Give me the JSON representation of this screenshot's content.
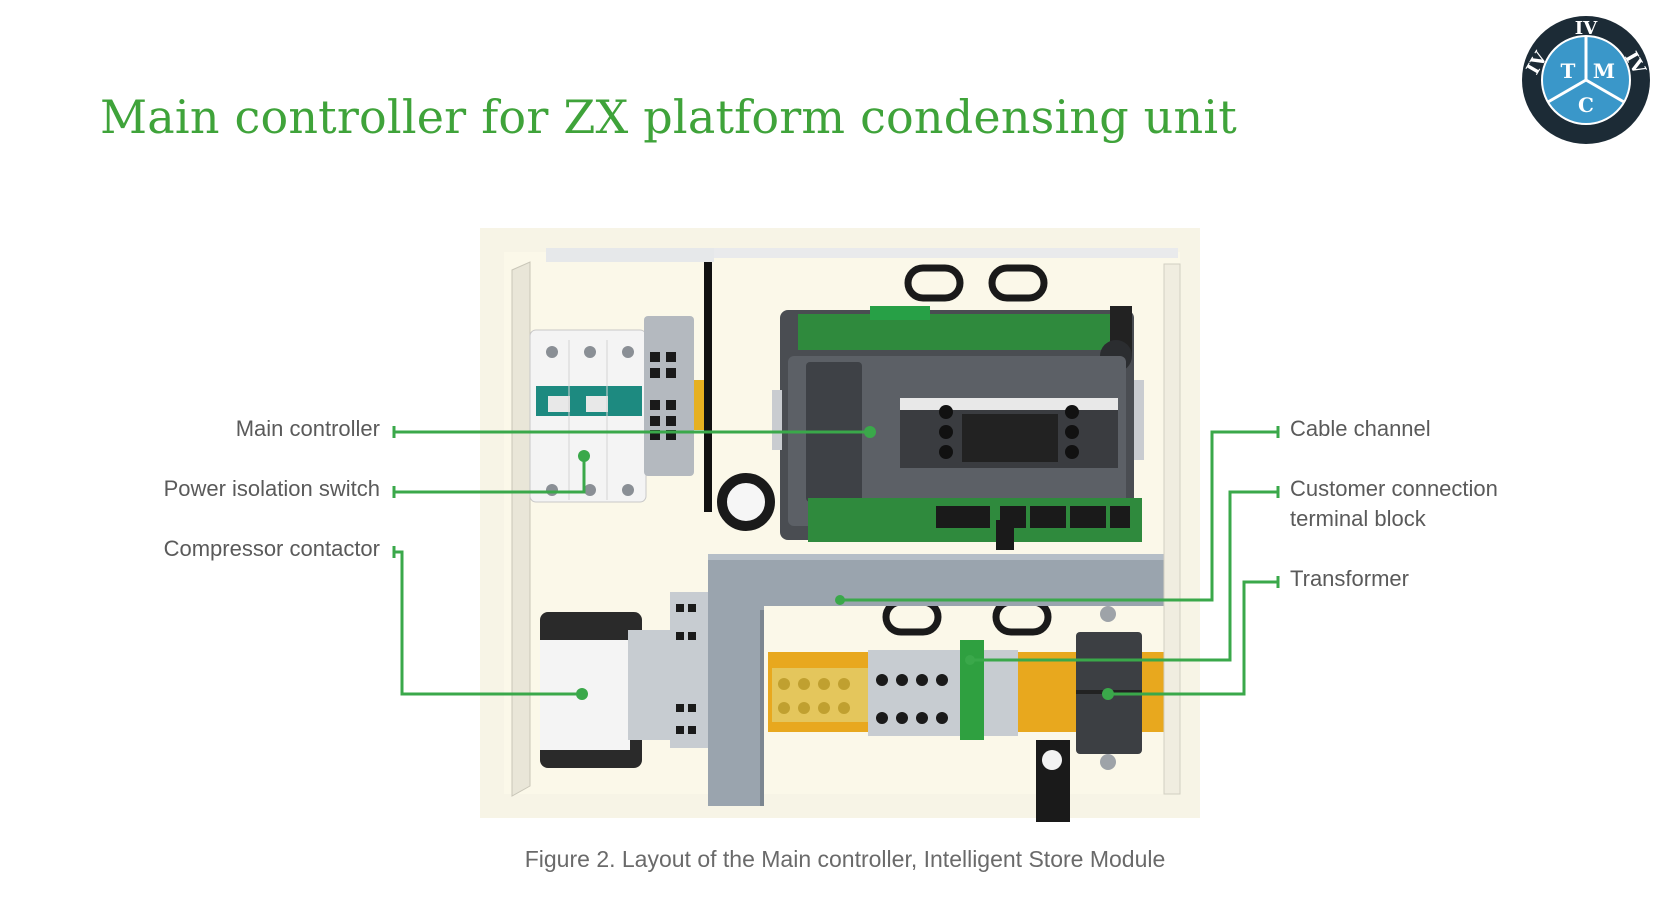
{
  "title": "Main controller for ZX platform condensing unit",
  "logo": {
    "top_text": "IV",
    "left_text": "IV",
    "right_text": "IV",
    "segments": [
      "T",
      "M",
      "C"
    ],
    "colors": {
      "ring": "#1c2b36",
      "inner": "#3a97c9"
    }
  },
  "labels": {
    "main_controller": "Main controller",
    "power_isolation_switch": "Power isolation switch",
    "compressor_contactor": "Compressor contactor",
    "cable_channel": "Cable channel",
    "customer_connection_terminal_block_line1": "Customer connection",
    "customer_connection_terminal_block_line2": "terminal block",
    "transformer": "Transformer"
  },
  "caption": "Figure 2. Layout of the Main controller, Intelligent Store Module",
  "colors": {
    "accent": "#3fa33a",
    "leader": "#3aa84a"
  }
}
